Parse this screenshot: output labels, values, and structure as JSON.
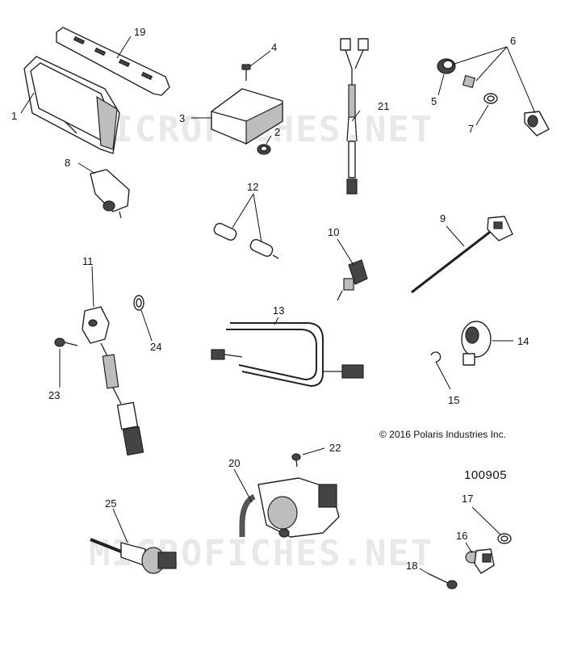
{
  "copyright": "© 2016 Polaris Industries Inc.",
  "drawing_number": "100905",
  "watermark": "MICROFICHES.NET",
  "callouts": {
    "c1": "1",
    "c2": "2",
    "c3": "3",
    "c4": "4",
    "c5": "5",
    "c6": "6",
    "c7": "7",
    "c8": "8",
    "c9": "9",
    "c10": "10",
    "c11": "11",
    "c12": "12",
    "c13": "13",
    "c14": "14",
    "c15": "15",
    "c16": "16",
    "c17": "17",
    "c18": "18",
    "c19": "19",
    "c20": "20",
    "c21": "21",
    "c22": "22",
    "c23": "23",
    "c24": "24",
    "c25": "25"
  }
}
